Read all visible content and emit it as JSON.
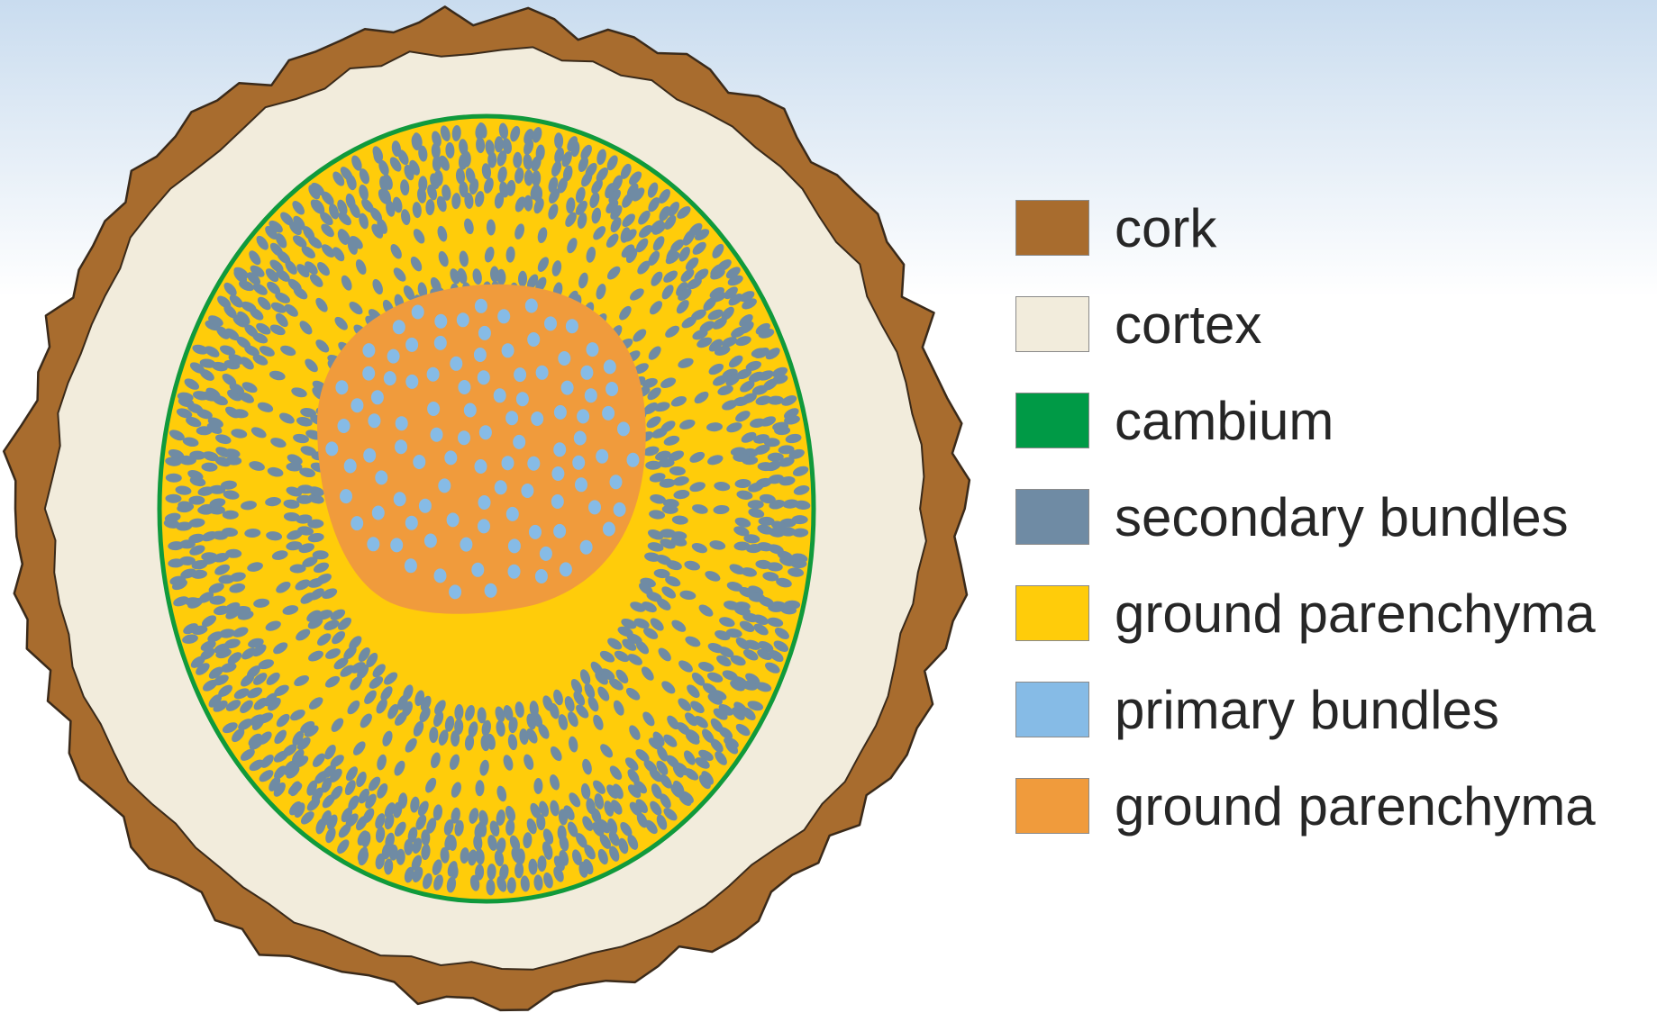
{
  "legend": {
    "items": [
      {
        "label": "cork",
        "color": "#a86c2e"
      },
      {
        "label": "cortex",
        "color": "#f2ecdc"
      },
      {
        "label": "cambium",
        "color": "#009a46"
      },
      {
        "label": "secondary bundles",
        "color": "#6f8ba4"
      },
      {
        "label": "ground parenchyma",
        "color": "#ffcc0a"
      },
      {
        "label": "primary bundles",
        "color": "#86bbe6"
      },
      {
        "label": "ground parenchyma",
        "color": "#f09b3c"
      }
    ]
  },
  "colors": {
    "cork": "#a86c2e",
    "cork_outline": "#3a2a1a",
    "cortex": "#f2ecdc",
    "cambium": "#109a3c",
    "secondary_bundles": "#6f8ba4",
    "outer_ground_parenchyma": "#ffcc0a",
    "primary_bundles": "#86bbe6",
    "inner_ground_parenchyma": "#f09b3c"
  }
}
